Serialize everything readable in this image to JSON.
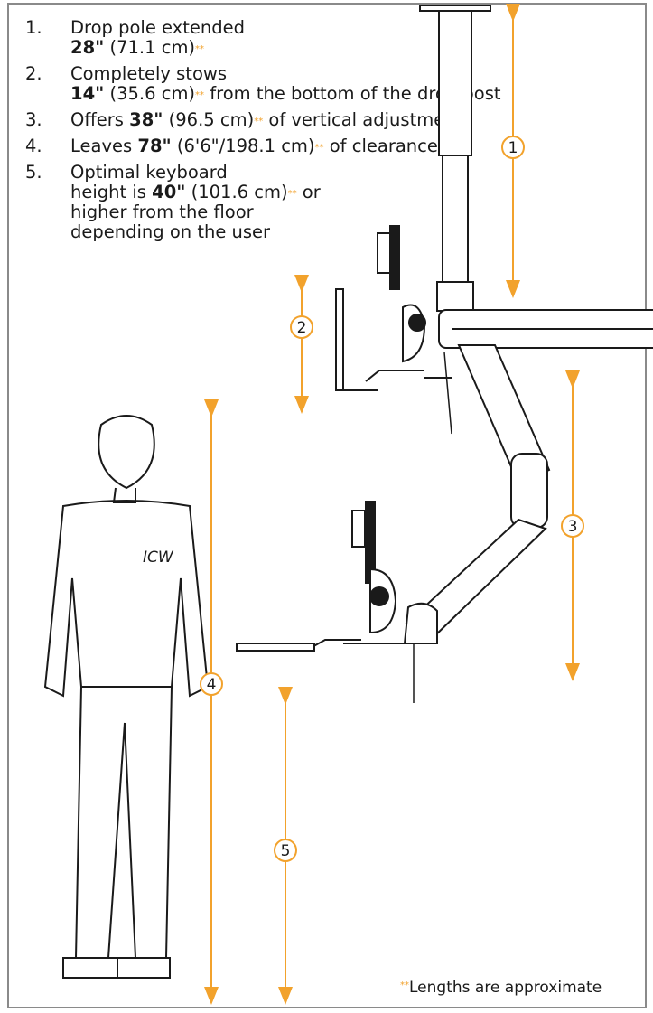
{
  "items": [
    {
      "num": "1.",
      "line1": "Drop pole extended",
      "b": "28\"",
      "t": " (71.1 cm)",
      "after": ""
    },
    {
      "num": "2.",
      "line1": "Completely stows",
      "b": "14\"",
      "t": " (35.6 cm)",
      "after": " from the bottom of the drop post"
    },
    {
      "num": "3.",
      "pre": "Offers ",
      "b": "38\"",
      "t": " (96.5 cm)",
      "after": " of vertical adjustment"
    },
    {
      "num": "4.",
      "pre": "Leaves ",
      "b": "78\"",
      "t": " (6'6\"/198.1 cm)",
      "after": " of clearance"
    },
    {
      "num": "5.",
      "line1": "Optimal keyboard",
      "pre": "height is ",
      "b": "40\"",
      "t": " (101.6 cm)",
      "after": " or higher from the floor depending on the user"
    }
  ],
  "asterisk": "**",
  "note_text": "Lengths are approximate",
  "badges": [
    "1",
    "2",
    "3",
    "4",
    "5"
  ],
  "shirt_logo": "ICW",
  "colors": {
    "accent": "#f2a22c",
    "ink": "#1a1a1a",
    "border": "#8a8a8a"
  }
}
